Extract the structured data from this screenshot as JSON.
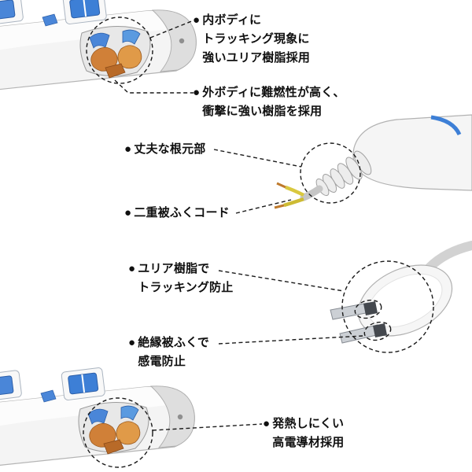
{
  "figure": {
    "bullet": "●",
    "background": "#ffffff"
  },
  "callouts": {
    "inner_body": {
      "label": "内ボディに\nトラッキング現象に\n強いユリア樹脂採用"
    },
    "outer_body": {
      "label": "外ボディに難燃性が高く、\n衝撃に強い樹脂を採用"
    },
    "sturdy_base": {
      "label": "丈夫な根元部"
    },
    "double_insulated_cord": {
      "label": "二重被ふくコード"
    },
    "urea_resin": {
      "label": "ユリア樹脂で\nトラッキング防止"
    },
    "insulated_prongs": {
      "label": "絶縁被ふくで\n感電防止"
    },
    "high_conductivity": {
      "label": "発熱しにくい\n高電導材採用"
    }
  },
  "illustrations": {
    "top": "power-strip-cutaway",
    "middle": "cord-strain-relief",
    "plug": "two-prong-plug",
    "bottom": "power-strip-cutaway"
  },
  "colors": {
    "accent_blue": "#3d7fd6",
    "copper": "#d08038",
    "wire_yellow": "#d9c83f",
    "line": "#1a1a1a",
    "text": "#101010",
    "background": "#ffffff"
  }
}
